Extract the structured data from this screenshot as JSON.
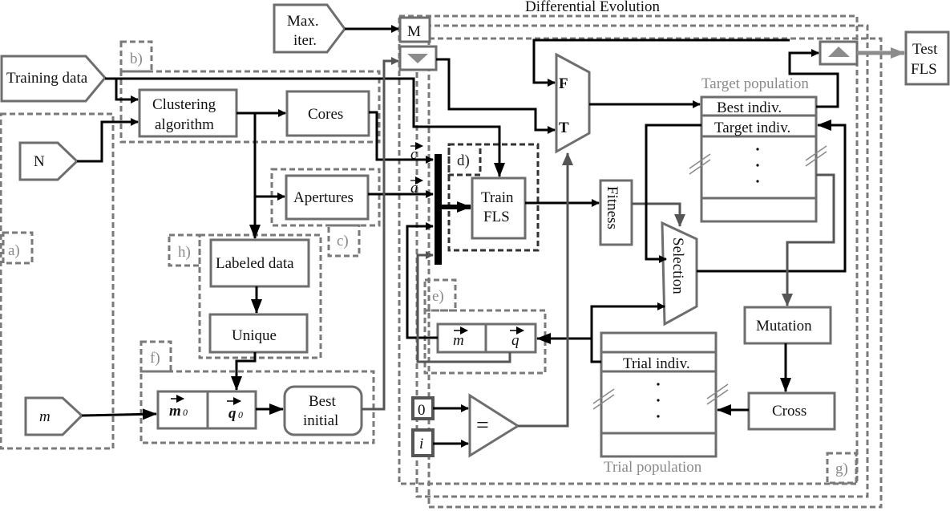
{
  "title": "Differential Evolution",
  "inputs": {
    "training_data": "Training data",
    "n": "N",
    "max_iter_line1": "Max.",
    "max_iter_line2": "iter.",
    "m": "m",
    "zero": "0",
    "i": "i"
  },
  "blocks": {
    "clustering_line1": "Clustering",
    "clustering_line2": "algorithm",
    "cores": "Cores",
    "apertures": "Apertures",
    "labeled_data": "Labeled data",
    "unique": "Unique",
    "m0": "m",
    "m0_sub": "0",
    "q0": "q",
    "q0_sub": "0",
    "best_initial_line1": "Best",
    "best_initial_line2": "initial",
    "train_fls_line1": "Train",
    "train_fls_line2": "FLS",
    "fitness": "Fitness",
    "selection": "Selection",
    "mutation": "Mutation",
    "cross": "Cross",
    "m_vec": "m",
    "q_vec": "q",
    "memory": "M",
    "comparator": "=",
    "mux_f": "F",
    "mux_t": "T",
    "test_fls_line1": "Test",
    "test_fls_line2": "FLS"
  },
  "vectors": {
    "c": "c",
    "a": "a"
  },
  "populations": {
    "target_title": "Target population",
    "best_indiv": "Best indiv.",
    "target_indiv": "Target indiv.",
    "trial_title": "Trial population",
    "trial_indiv": "Trial indiv.",
    "ellipsis": "⋮"
  },
  "section_tags": {
    "a": "a)",
    "b": "b)",
    "c": "c)",
    "d": "d)",
    "e": "e)",
    "f": "f)",
    "g": "g)",
    "h": "h)"
  },
  "colors": {
    "box_stroke": "#6e6e6e",
    "wire": "#000000",
    "gray_wire": "#555555",
    "dashed": "#7a7a7a",
    "triangle_fill": "#8c8c8c"
  }
}
